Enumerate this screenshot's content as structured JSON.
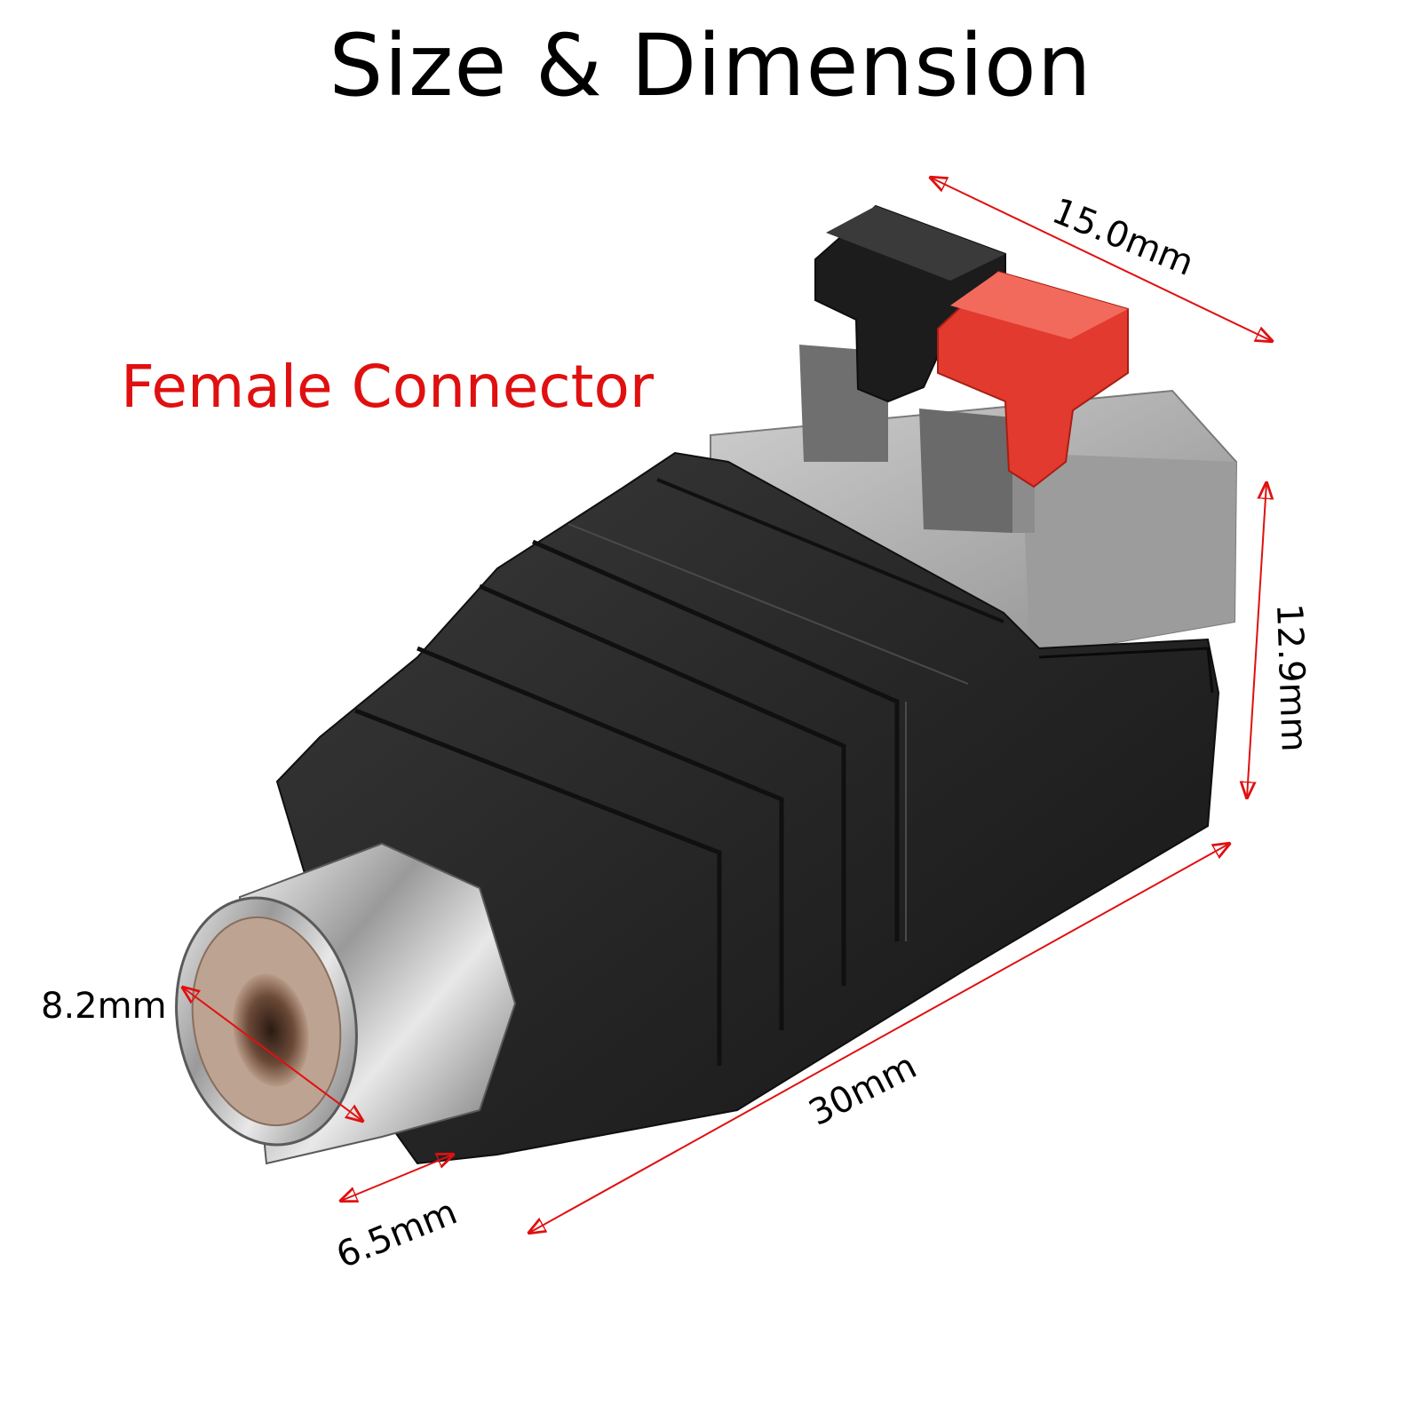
{
  "title": "Size & Dimension",
  "subtitle": "Female Connector",
  "colors": {
    "title": "#000000",
    "subtitle": "#e01010",
    "dimension_line": "#e01010",
    "body": "#2a2a2a",
    "terminal_block": "#a8a8a8",
    "lever_black": "#1c1c1c",
    "lever_red": "#e23a2e",
    "metal": "#c9c9c9"
  },
  "dimensions": {
    "width": "15.0mm",
    "height": "12.9mm",
    "length": "30mm",
    "jack_diameter": "8.2mm",
    "jack_length": "6.5mm"
  },
  "icons": {
    "product": "rca-female-connector-photo"
  }
}
